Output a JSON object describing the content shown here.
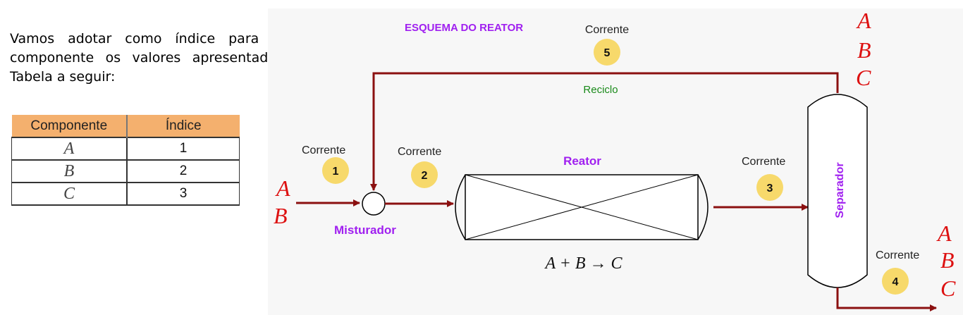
{
  "intro_text": "Vamos adotar como índice para cada componente os valores apresentado na Tabela a seguir:",
  "table": {
    "headers": [
      "Componente",
      "Índice"
    ],
    "rows": [
      {
        "component": "A",
        "index": "1"
      },
      {
        "component": "B",
        "index": "2"
      },
      {
        "component": "C",
        "index": "3"
      }
    ]
  },
  "diagram": {
    "title": "ESQUEMA DO REATOR",
    "stream_label": "Corrente",
    "streams": [
      "1",
      "2",
      "3",
      "4",
      "5"
    ],
    "recycle_label": "Reciclo",
    "reactor_label": "Reator",
    "mixer_label": "Misturador",
    "separator_label": "Separador",
    "reaction": "A + B → C",
    "feed_components": [
      "A",
      "B"
    ],
    "recycle_components": [
      "A",
      "B",
      "C"
    ],
    "product_components": [
      "A",
      "B",
      "C"
    ],
    "colors": {
      "pipe": "#8b1010",
      "badge": "#f7d96b",
      "purple": "#a020f0",
      "green": "#1a8a1a",
      "component_red": "#dd1111",
      "table_header": "#f4b06e"
    }
  }
}
